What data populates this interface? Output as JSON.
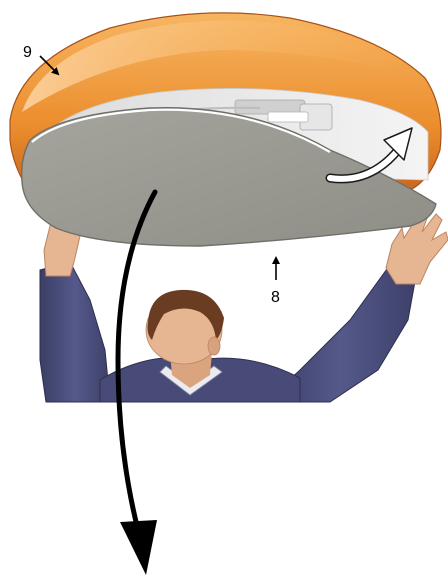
{
  "diagram": {
    "callouts": [
      {
        "id": "9",
        "text": "9"
      },
      {
        "id": "8",
        "text": "8"
      }
    ],
    "colors": {
      "rim_orange": "#f0a045",
      "rim_dark": "#c8621a",
      "lens_grey": "#9e9e96",
      "sleeve_navy": "#4b4e79",
      "skin": "#e6b592",
      "hair": "#6a3d22"
    }
  }
}
